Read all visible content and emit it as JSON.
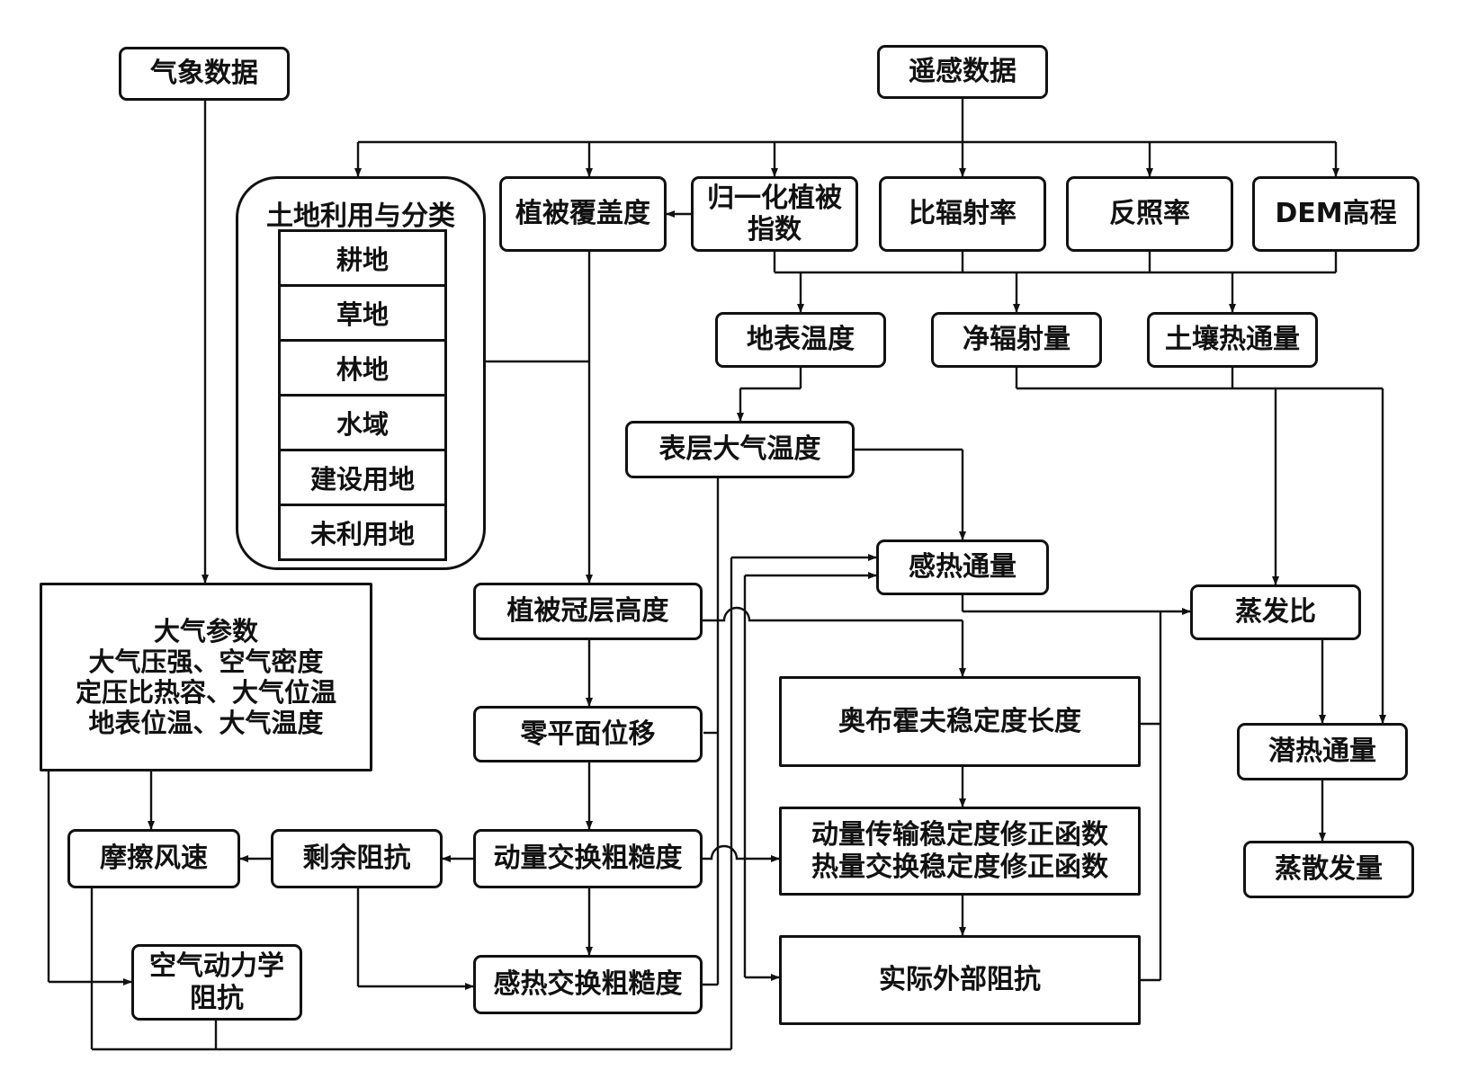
{
  "nodes": {
    "meteo": "气象数据",
    "remote": "遥感数据",
    "landuse_title": "土地利用与分类",
    "land_classes": [
      "耕地",
      "草地",
      "林地",
      "水域",
      "建设用地",
      "未利用地"
    ],
    "veg_cover": "植被覆盖度",
    "ndvi": [
      "归一化植被",
      "指数"
    ],
    "emissivity": "比辐射率",
    "albedo": "反照率",
    "dem": "DEM高程",
    "surface_temp": "地表温度",
    "net_radiation": "净辐射量",
    "soil_heat": "土壤热通量",
    "air_temp_surface": "表层大气温度",
    "sensible_heat": "感热通量",
    "evap_ratio": "蒸发比",
    "canopy_height": "植被冠层高度",
    "atmo_params": [
      "大气参数",
      "大气压强、空气密度",
      "定压比热容、大气位温",
      "地表位温、大气温度"
    ],
    "zero_plane": "零平面位移",
    "obukhov": "奥布霍夫稳定度长度",
    "latent_heat": "潜热通量",
    "friction_velocity": "摩擦风速",
    "residual_resistance": "剩余阻抗",
    "momentum_roughness": "动量交换粗糙度",
    "stability_corr": [
      "动量传输稳定度修正函数",
      "热量交换稳定度修正函数"
    ],
    "evapotranspiration": "蒸散发量",
    "aero_resistance": [
      "空气动力学",
      "阻抗"
    ],
    "heat_roughness": "感热交换粗糙度",
    "external_resistance": "实际外部阻抗"
  }
}
